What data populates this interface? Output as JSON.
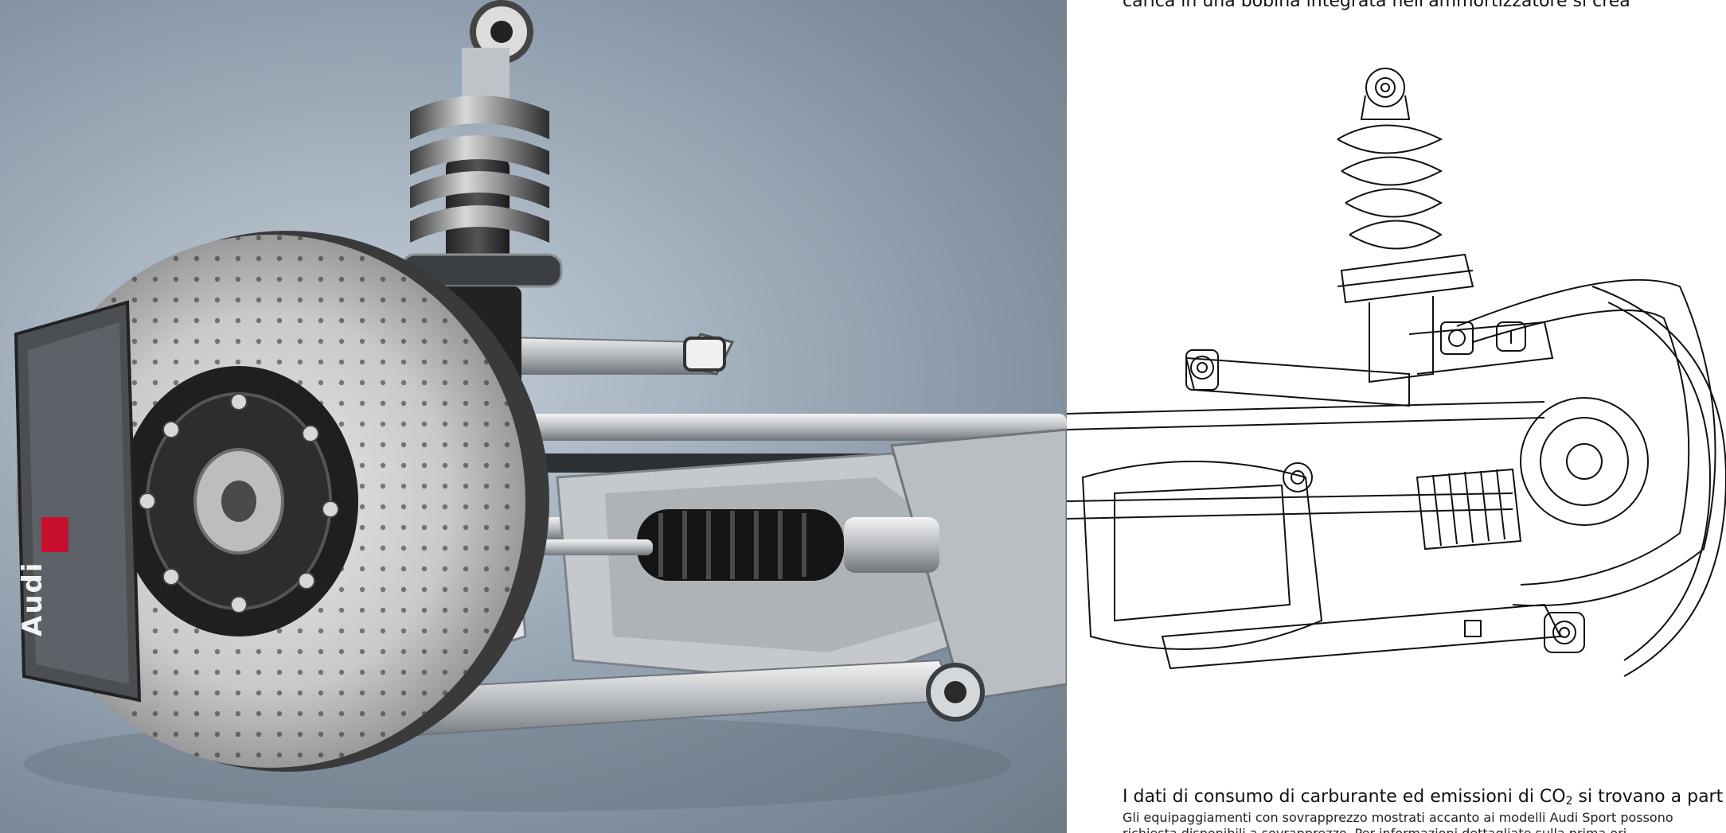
{
  "photo": {
    "brand_label": "Audi"
  },
  "drawing": {
    "top_text": "carica in una bobina integrata nell'ammortizzatore si crea"
  },
  "footer": {
    "consumption_prefix": "I dati di consumo di carburante ed emissioni di CO",
    "consumption_subscript": "2",
    "consumption_suffix": " si trovano a part",
    "equipment_note": "Gli equipaggiamenti con sovrapprezzo mostrati accanto ai modelli Audi Sport possono",
    "equipment_note_cut": "richiesta disponibili a sovrapprezzo. Per informazioni dettagliate sulla prima ori"
  },
  "colors": {
    "photo_background": "#8e9cab",
    "drawing_background": "#ffffff",
    "caliper_red": "#c8102e"
  }
}
